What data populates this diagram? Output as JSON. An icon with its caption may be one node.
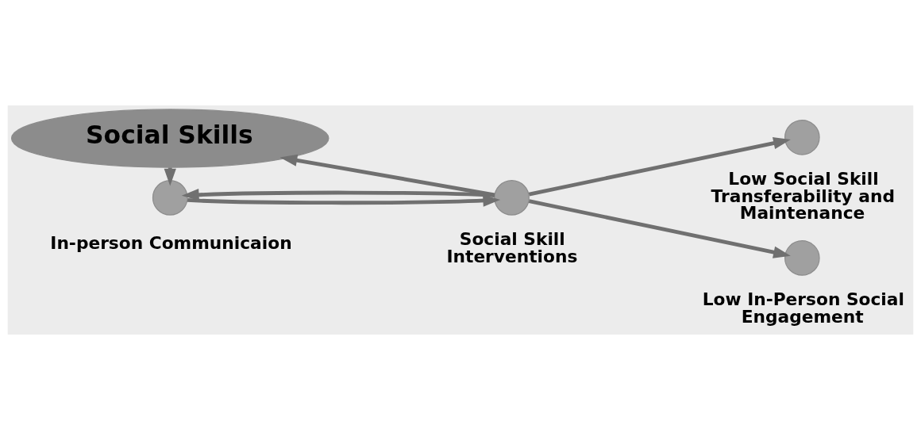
{
  "diagram": {
    "nodes": [
      {
        "text": [
          "Social Skills"
        ]
      },
      {
        "text": [],
        "shape": "circle",
        "beside": [
          "In-person Communicaion"
        ]
      },
      {
        "text": [],
        "shape": "circle",
        "beside": [
          "Social Skill Interventions"
        ]
      },
      {
        "text": [],
        "shape": "circle",
        "beside": [
          "Low Social Skill Transferability and Maintenance"
        ]
      },
      {
        "text": [],
        "shape": "circle",
        "beside": [
          "Low In-Person Social Engagement"
        ]
      }
    ],
    "edges": [
      {
        "from": 0,
        "to": 1,
        "arrow": "to"
      },
      {
        "from": 1,
        "to": 2,
        "arrow": "to"
      },
      {
        "from": 2,
        "to": 1,
        "arrow": "to"
      },
      {
        "from": 2,
        "to": 0,
        "arrow": "to"
      },
      {
        "from": 2,
        "to": 3,
        "arrow": "to"
      },
      {
        "from": 2,
        "to": 4,
        "arrow": "to"
      }
    ]
  }
}
